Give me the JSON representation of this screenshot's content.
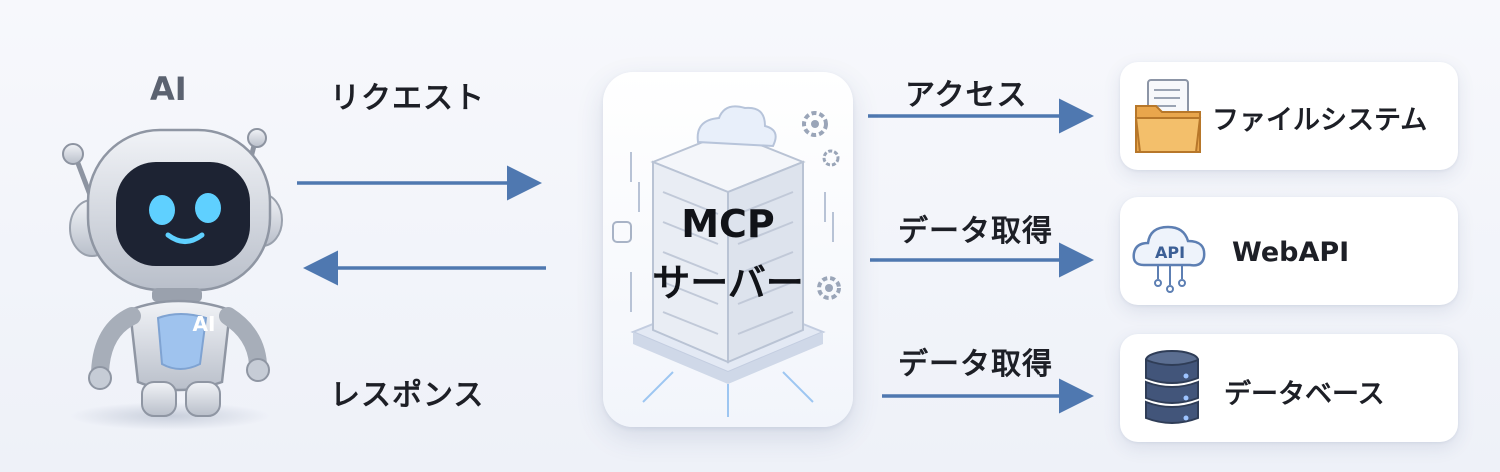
{
  "ai": {
    "title": "AI",
    "badge": "AI"
  },
  "flows": {
    "request": "リクエスト",
    "response": "レスポンス"
  },
  "server": {
    "line1": "MCP",
    "line2": "サーバー"
  },
  "connections": [
    {
      "label": "アクセス",
      "target": "ファイルシステム",
      "icon": "folder-icon"
    },
    {
      "label": "データ取得",
      "target": "WebAPI",
      "icon": "cloud-api-icon",
      "icon_text": "API"
    },
    {
      "label": "データ取得",
      "target": "データベース",
      "icon": "database-icon"
    }
  ],
  "colors": {
    "arrow": "#4f78b0",
    "accent": "#4fb7ff",
    "robot": "#c9ced8"
  }
}
